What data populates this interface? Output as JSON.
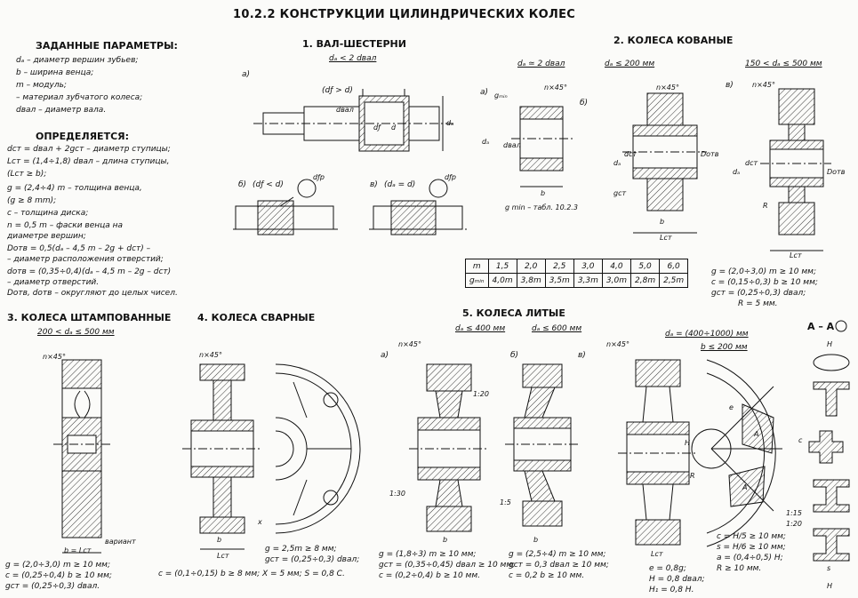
{
  "title": "10.2.2 КОНСТРУКЦИИ ЦИЛИНДРИЧЕСКИХ КОЛЕС",
  "params": {
    "given_header": "ЗАДАННЫЕ ПАРАМЕТРЫ:",
    "given": [
      "dₐ  –  диаметр вершин зубьев;",
      "b  –  ширина венца;",
      "m  –  модуль;",
      "   –  материал зубчатого колеса;",
      "dвал – диаметр вала."
    ],
    "determined_header": "ОПРЕДЕЛЯЕТСЯ:",
    "determined": [
      "dст = dвал + 2gст  –  диаметр ступицы;",
      "Lст = (1,4÷1,8) dвал  –  длина ступицы,",
      "         (Lст ≥ b);",
      "g = (2,4÷4) m     –  толщина венца,",
      "    (g ≥ 8 mm);",
      "c  –  толщина диска;",
      "n = 0,5 m  –  фаски венца на",
      "                 диаметре вершин;",
      "Dотв = 0,5(dₐ – 4,5 m – 2g + dст) –",
      "   –  диаметр расположения отверстий;",
      "dотв = (0,35÷0,4)(dₐ – 4,5 m – 2g – dст)",
      "                     –  диаметр отверстий.",
      "Dотв, dотв – округляют до целых чисел."
    ]
  },
  "sections": {
    "s1": "1. ВАЛ-ШЕСТЕРНИ",
    "s2": "2. КОЛЕСА КОВАНЫЕ",
    "s3": "3. КОЛЕСА ШТАМПОВАННЫЕ",
    "s4": "4. КОЛЕСА СВАРНЫЕ",
    "s5": "5. КОЛЕСА ЛИТЫЕ"
  },
  "conditions": {
    "s1": "dₐ < 2 dвал",
    "s1_a": "(dƒ > d)",
    "s1_b": "(dƒ < d)",
    "s1_v": "(dₐ = d)",
    "s2_a": "dₐ ≃ 2 dвал",
    "s2_b": "dₐ ≤ 200 мм",
    "s2_v": "150 < dₐ ≤ 500 мм",
    "s3": "200 < dₐ ≤ 500 мм",
    "s5_a": "dₐ ≤ 400 мм",
    "s5_b": "dₐ ≤ 600 мм",
    "s5_v": "dₐ = (400÷1000)  мм",
    "s5_v2": "b ≤ 200 мм",
    "section_aa": "A – A"
  },
  "variants": {
    "a": "а)",
    "b": "б)",
    "v": "в)"
  },
  "gmin_note": "g min  –  табл. 10.2.3",
  "gmin_table": {
    "row1_label": "m",
    "row1": [
      "1,5",
      "2,0",
      "2,5",
      "3,0",
      "4,0",
      "5,0",
      "6,0"
    ],
    "row2_label": "gₘᵢₙ",
    "row2": [
      "4,0m",
      "3,8m",
      "3,5m",
      "3,3m",
      "3,0m",
      "2,8m",
      "2,5m"
    ]
  },
  "notes": {
    "s2": [
      "g = (2,0÷3,0) m ≥ 10 мм;",
      "c = (0,15÷0,3) b ≥ 10 мм;",
      "gст = (0,25÷0,3) dвал;",
      "R = 5 мм."
    ],
    "s3": [
      "g = (2,0÷3,0) m ≥ 10 мм;",
      "c = (0,25÷0,4) b ≥ 10 мм;",
      "gст = (0,25÷0,3) dвал."
    ],
    "s4a": [
      "g = 2,5m ≥ 8 мм;",
      "gст = (0,25÷0,3) dвал;"
    ],
    "s4b": "c = (0,1÷0,15) b ≥ 8 мм;  X = 5 мм;  S = 0,8 C.",
    "s5a": [
      "g = (1,8÷3) m       ≥ 10 мм;",
      "gст = (0,35÷0,45) dвал ≥ 10 мм;",
      "c = (0,2÷0,4) b      ≥ 10 мм."
    ],
    "s5b": [
      "g = (2,5÷4) m ≥ 10 мм;",
      "gст = 0,3 dвал ≥ 10 мм;",
      "c = 0,2 b       ≥ 10 мм."
    ],
    "s5v": [
      "e = 0,8g;",
      "H = 0,8 dвал;",
      "H₁ = 0,8 H."
    ],
    "s5r": [
      "c = H/5 ≥ 10 мм;",
      "s = H/6 ≥ 10 мм;",
      "a = (0,4÷0,5) H;",
      "R ≥ 10 мм."
    ]
  },
  "labels": {
    "variant": "вариант",
    "b_eq": "b = Lст",
    "n45": "n×45°",
    "slope1": "1:20",
    "slope2": "1:30",
    "slope3": "1:5",
    "slope4": "1:15",
    "slope5": "1:20",
    "da": "dₐ",
    "dval": "dвал",
    "dst": "dст",
    "dotv": "dотв",
    "Dotv": "Dотв",
    "gst": "gст",
    "Lst": "Lст",
    "g": "g",
    "c": "c",
    "b": "b",
    "d": "d",
    "df": "dƒ",
    "dfp": "dƒр",
    "R": "R",
    "H": "H",
    "A": "A",
    "e": "e",
    "x": "x",
    "s": "s",
    "gmin": "gₘᵢₙ"
  }
}
